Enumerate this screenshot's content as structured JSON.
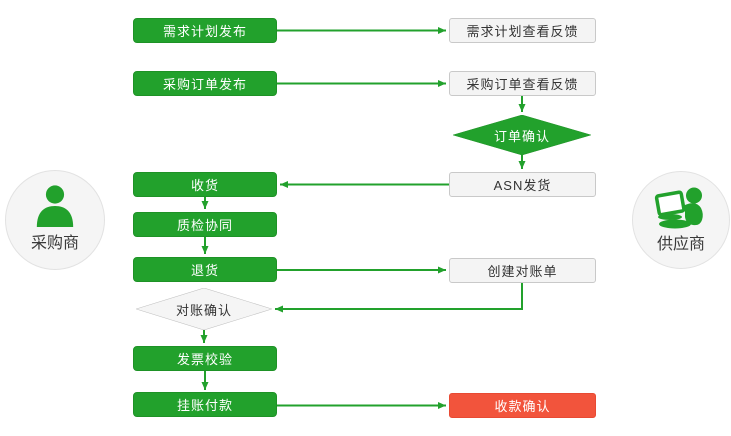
{
  "palette": {
    "green": "#22A12C",
    "red": "#F2543C",
    "white_box_bg": "#F4F4F4",
    "white_box_border": "#C9C9C9"
  },
  "actors": {
    "buyer": "采购商",
    "supplier": "供应商"
  },
  "nodes": {
    "demand_plan_publish": "需求计划发布",
    "demand_plan_feedback": "需求计划查看反馈",
    "po_publish": "采购订单发布",
    "po_feedback": "采购订单查看反馈",
    "order_confirm": "订单确认",
    "asn_ship": "ASN发货",
    "receive": "收货",
    "quality_collab": "质检协同",
    "return_goods": "退货",
    "create_statement": "创建对账单",
    "statement_confirm": "对账确认",
    "invoice_check": "发票校验",
    "pending_payment": "挂账付款",
    "payment_confirm": "收款确认"
  }
}
